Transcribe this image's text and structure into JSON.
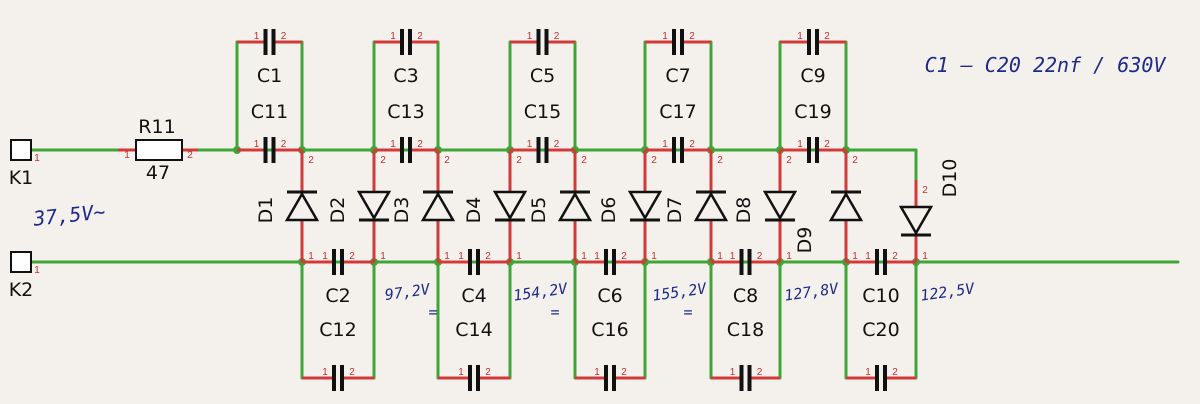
{
  "diagram": {
    "terminals": [
      {
        "name": "K1",
        "pin": "1"
      },
      {
        "name": "K2",
        "pin": "1"
      }
    ],
    "resistor": {
      "name": "R11",
      "value": "47"
    },
    "capacitors_top": [
      {
        "name": "C1"
      },
      {
        "name": "C3"
      },
      {
        "name": "C5"
      },
      {
        "name": "C7"
      },
      {
        "name": "C9"
      }
    ],
    "capacitors_mid": [
      {
        "name": "C11"
      },
      {
        "name": "C13"
      },
      {
        "name": "C15"
      },
      {
        "name": "C17"
      },
      {
        "name": "C19"
      }
    ],
    "capacitors_bot": [
      {
        "name": "C2"
      },
      {
        "name": "C4"
      },
      {
        "name": "C6"
      },
      {
        "name": "C8"
      },
      {
        "name": "C10"
      }
    ],
    "capacitors_low": [
      {
        "name": "C12"
      },
      {
        "name": "C14"
      },
      {
        "name": "C16"
      },
      {
        "name": "C18"
      },
      {
        "name": "C20"
      }
    ],
    "diodes": [
      {
        "name": "D1"
      },
      {
        "name": "D2"
      },
      {
        "name": "D3"
      },
      {
        "name": "D4"
      },
      {
        "name": "D5"
      },
      {
        "name": "D6"
      },
      {
        "name": "D7"
      },
      {
        "name": "D8"
      },
      {
        "name": "D9"
      },
      {
        "name": "D10"
      }
    ],
    "pin_labels": [
      "1",
      "2"
    ],
    "notes": {
      "capacitor_spec": "C1 – C20    22nf / 630V",
      "input_voltage": "37,5V~",
      "voltages": [
        "97,2V",
        "154,2V",
        "155,2V",
        "127,8V",
        "122,5V"
      ],
      "equals_marks": [
        "=",
        "=",
        "="
      ]
    }
  },
  "colors": {
    "wire": "#3fa535",
    "pin": "#d23a3a",
    "ink": "#1e2a8a",
    "paper": "#f4f1ec"
  }
}
